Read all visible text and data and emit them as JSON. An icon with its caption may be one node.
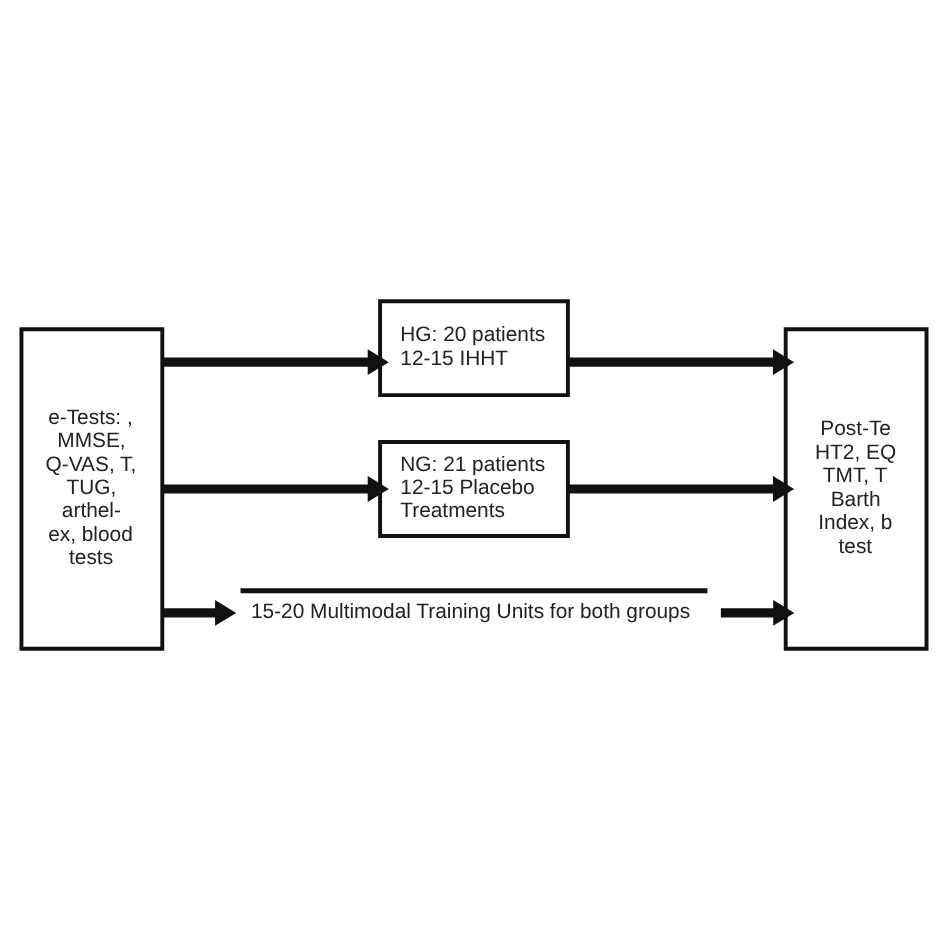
{
  "diagram": {
    "nodes": [
      {
        "text": [
          "e-Tests: , MMSE, Q-VAS, T, TUG, arthel- ex, blood tests"
        ]
      },
      {
        "text": [
          "HG: 20 patients 12-15 IHHT"
        ]
      },
      {
        "text": [
          "NG: 21 patients 12-15 Placebo Treatments"
        ]
      },
      {
        "text": [
          "Post-Te HT2, EQ TMT, T Barth Index, b test"
        ]
      },
      {
        "text": [
          "15-20 Multimodal Training Units for both groups"
        ]
      }
    ],
    "edges": [
      {
        "from": 0,
        "to": 1,
        "arrow": "to"
      },
      {
        "from": 0,
        "to": 2,
        "arrow": "to"
      },
      {
        "from": 1,
        "to": 3,
        "arrow": "to"
      },
      {
        "from": 2,
        "to": 3,
        "arrow": "to"
      },
      {
        "from": 0,
        "to": 4,
        "arrow": "to"
      },
      {
        "from": 4,
        "to": 3,
        "arrow": "to"
      }
    ]
  }
}
